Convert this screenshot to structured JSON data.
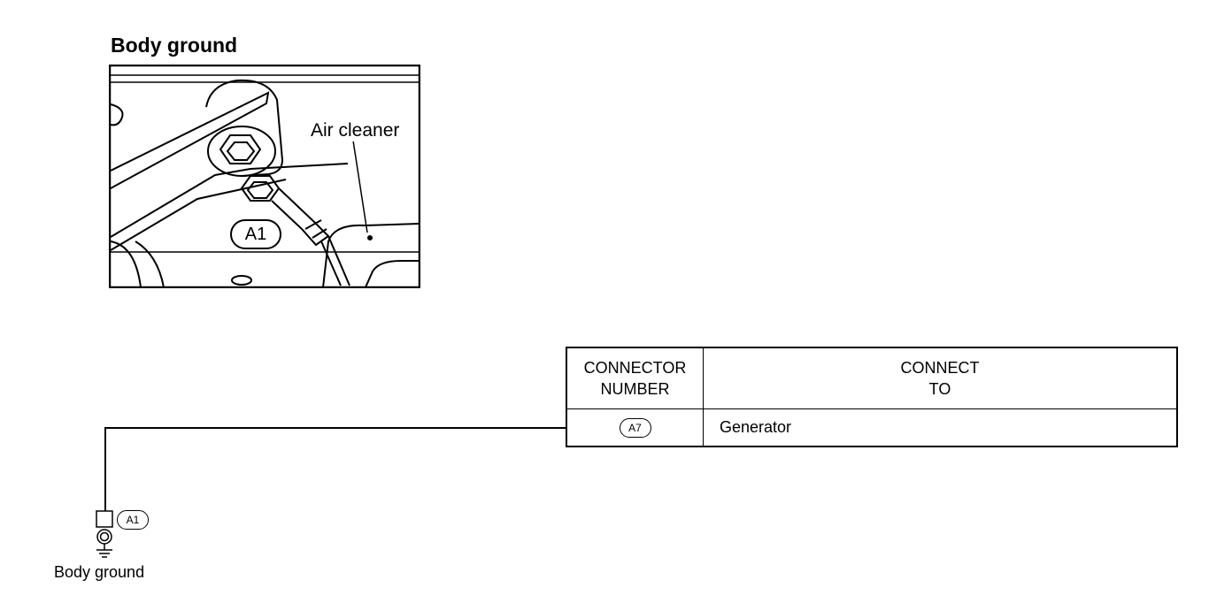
{
  "illustration": {
    "title": "Body ground",
    "air_cleaner_label": "Air cleaner",
    "ground_point_tag": "A1"
  },
  "wiring": {
    "ground_tag": "A1",
    "ground_label": "Body ground"
  },
  "connector_table": {
    "headers": [
      "CONNECTOR\nNUMBER",
      "CONNECT\nTO"
    ],
    "rows": [
      {
        "connector": "A7",
        "connect_to": "Generator"
      }
    ]
  }
}
